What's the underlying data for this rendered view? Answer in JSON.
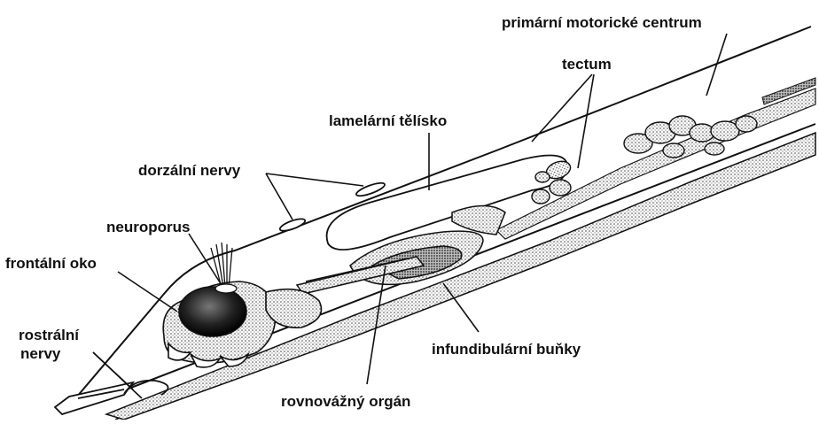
{
  "labels": {
    "primary_motor_center": "primární motorické centrum",
    "tectum": "tectum",
    "lamellar_body": "lamelární tělísko",
    "dorsal_nerves": "dorzální nervy",
    "neuroporus": "neuroporus",
    "frontal_eye": "frontální oko",
    "rostral_nerves_line1": "rostrální",
    "rostral_nerves_line2": "nervy",
    "infundibular_cells": "infundibulární buňky",
    "balance_organ": "rovnovážný orgán"
  },
  "colors": {
    "ink": "#111111",
    "stipple_dark": "#3a3a3a",
    "paper": "#ffffff"
  }
}
